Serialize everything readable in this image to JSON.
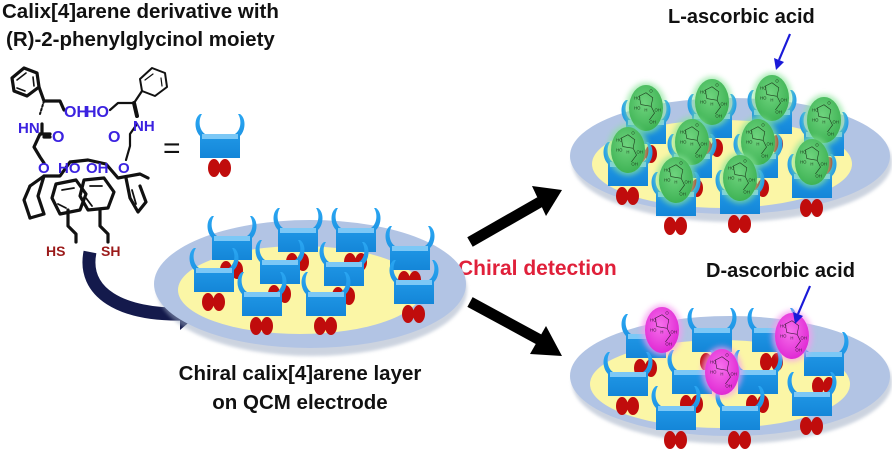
{
  "title": {
    "line1": "Calix[4]arene derivative with",
    "line2": "(R)-2-phenylglycinol moiety"
  },
  "structure": {
    "labels": {
      "oh_left": "OH",
      "ho_right": "HO",
      "hn_left": "HN",
      "nh_right": "NH",
      "o_left": "O",
      "o_right": "O",
      "ether_o_left": "O",
      "ether_o_right": "O",
      "ho_center": "HO",
      "oh_center": "OH",
      "hs": "HS",
      "sh": "SH"
    },
    "equals": "="
  },
  "electrode_label": {
    "line1": "Chiral calix[4]arene layer",
    "line2": "on QCM electrode"
  },
  "detection_label": "Chiral detection",
  "outcomes": [
    {
      "label": "L-ascorbic acid",
      "guest_color": "#4fc463",
      "bound_count": 10
    },
    {
      "label": "D-ascorbic acid",
      "guest_color": "#f03ce0",
      "bound_count": 3
    }
  ],
  "colors": {
    "host_blue": "#1e98ea",
    "host_foot_red": "#c00c0c",
    "electrode_outer": "#b2c4e4",
    "electrode_inner": "#fbf6a6",
    "arrow_navy": "#141a4c",
    "arrow_black": "#000000",
    "detection_red": "#e0203a",
    "pointer_blue": "#1a1ad8"
  }
}
